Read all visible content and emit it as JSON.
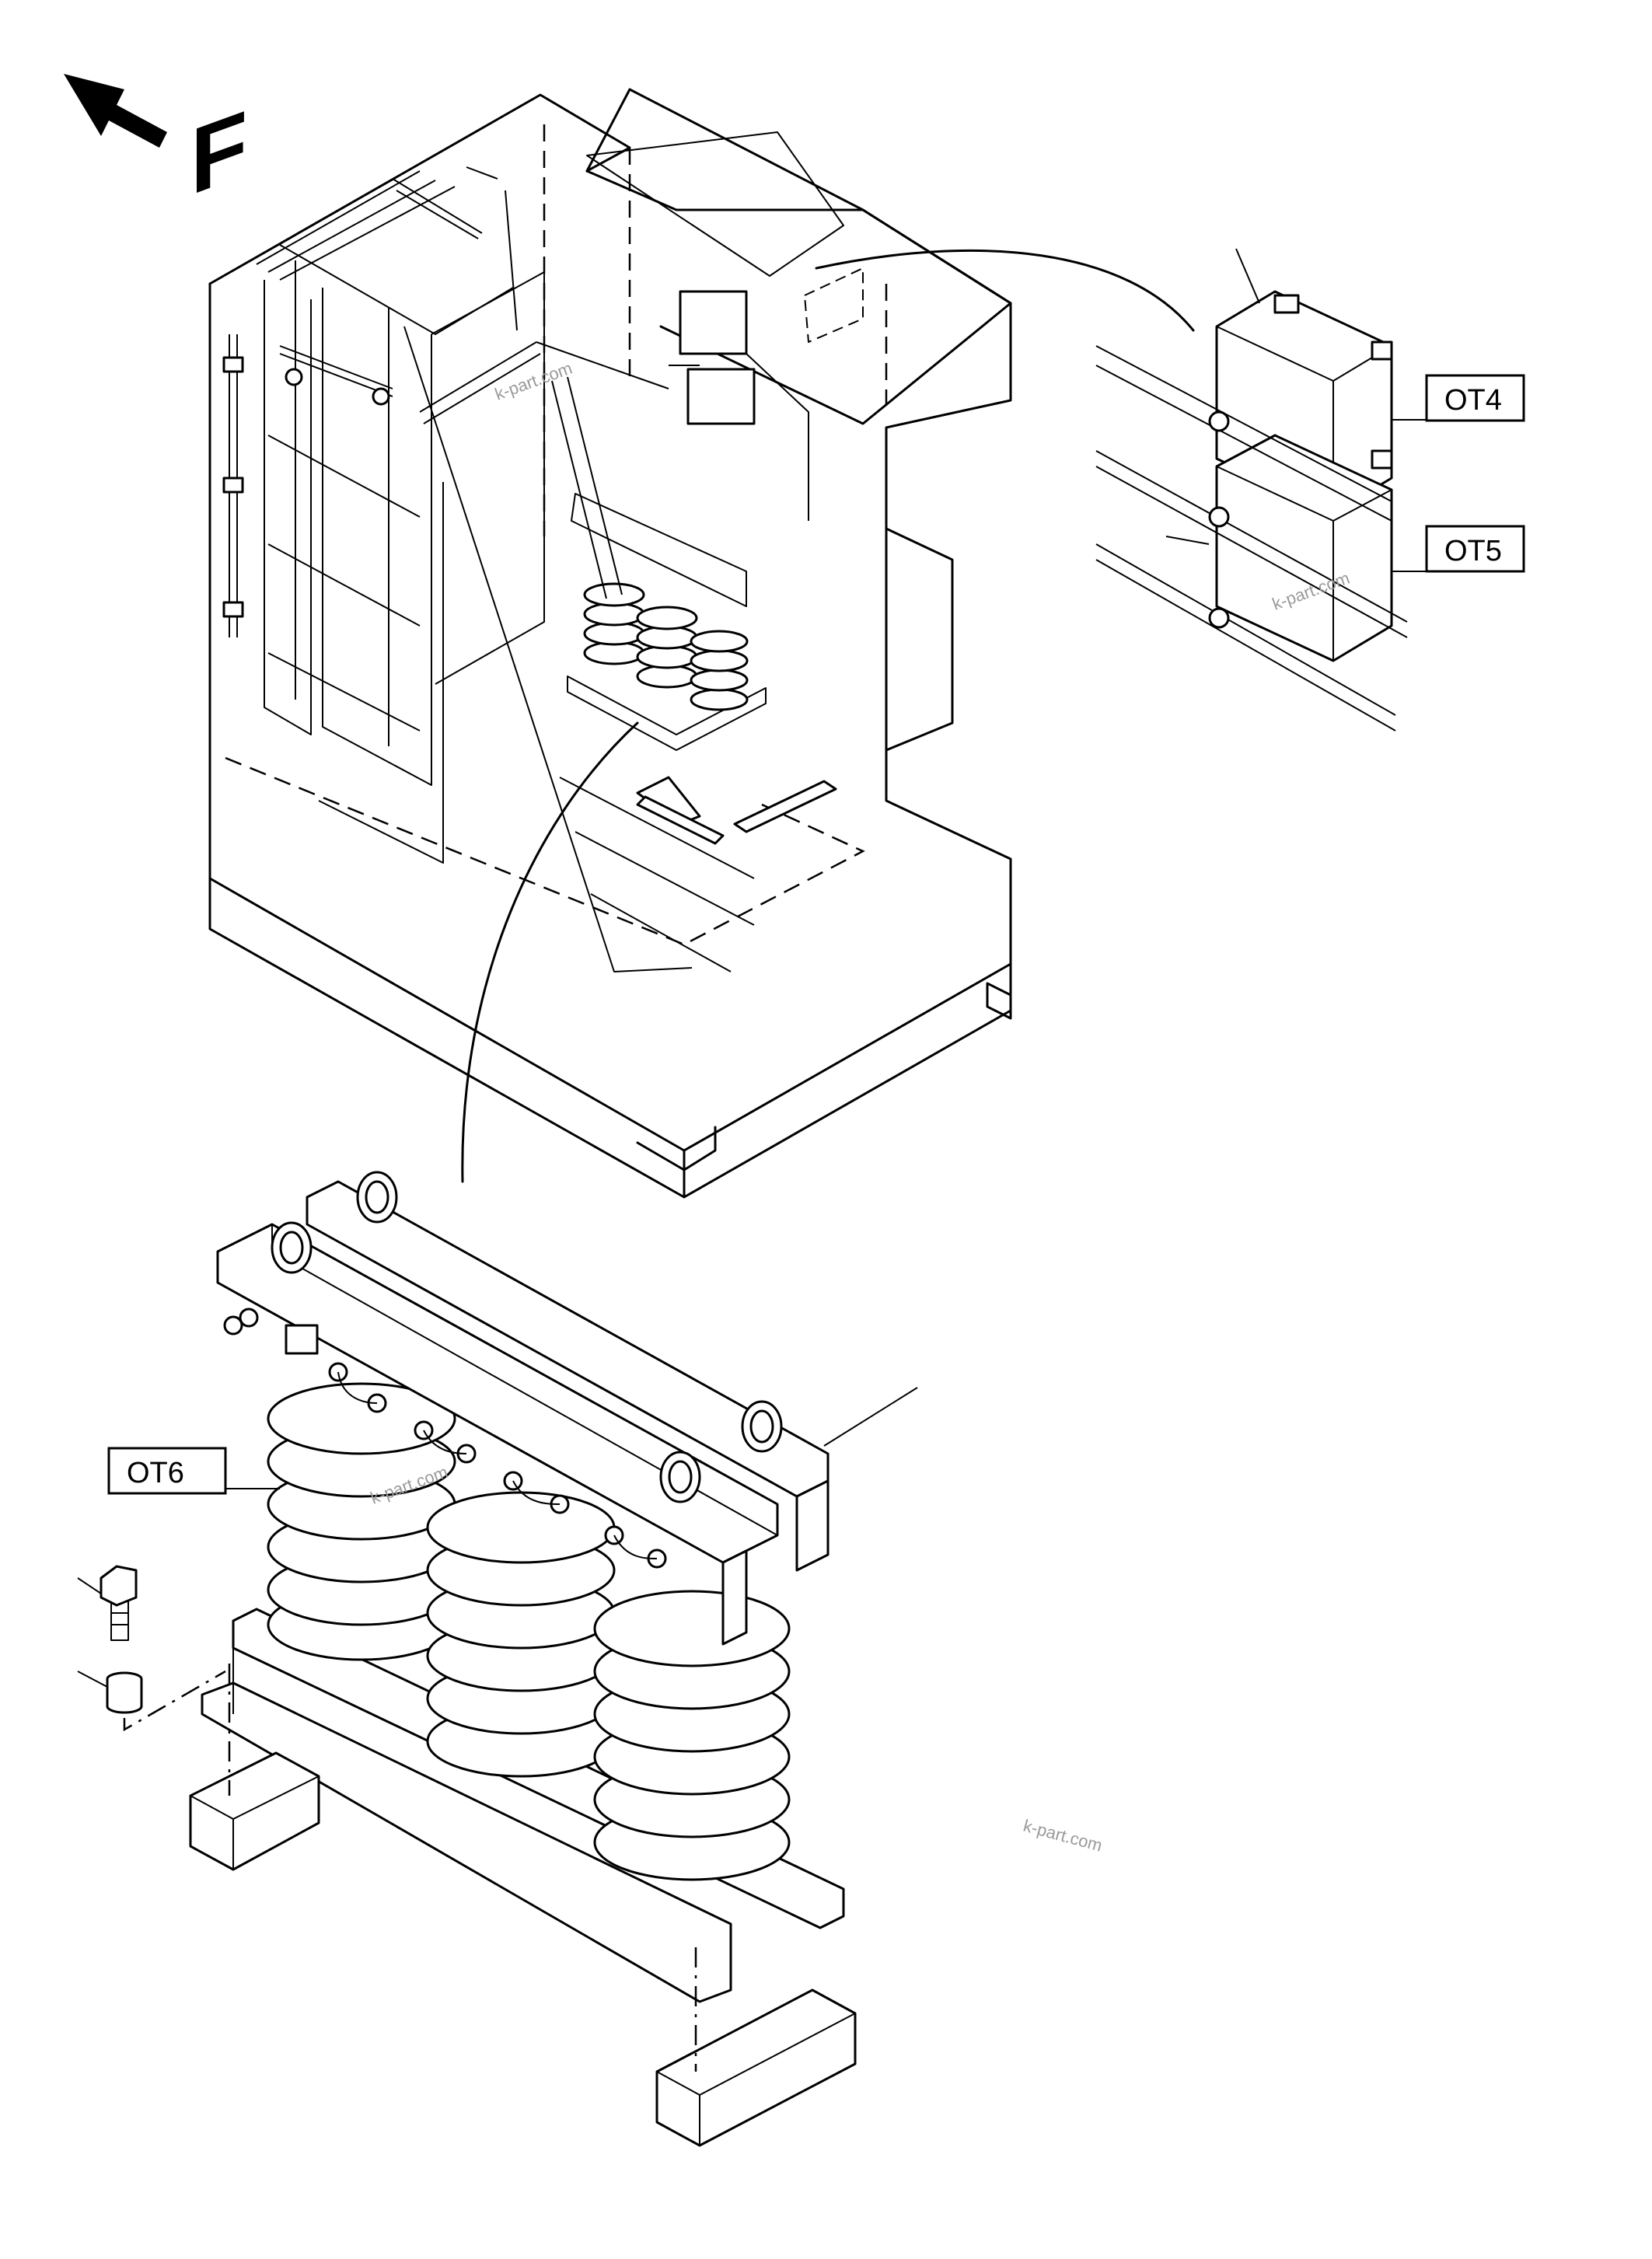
{
  "front_marker": {
    "letter": "F"
  },
  "callouts": [
    {
      "id": "ot4",
      "label": "OT4"
    },
    {
      "id": "ot5",
      "label": "OT5"
    },
    {
      "id": "ot6",
      "label": "OT6"
    }
  ],
  "watermarks": [
    "k-part.com",
    "k-part.com",
    "k-part.com",
    "k-part.com"
  ],
  "colors": {
    "line": "#000000",
    "background": "#ffffff",
    "watermark": "#9a9a9a"
  }
}
